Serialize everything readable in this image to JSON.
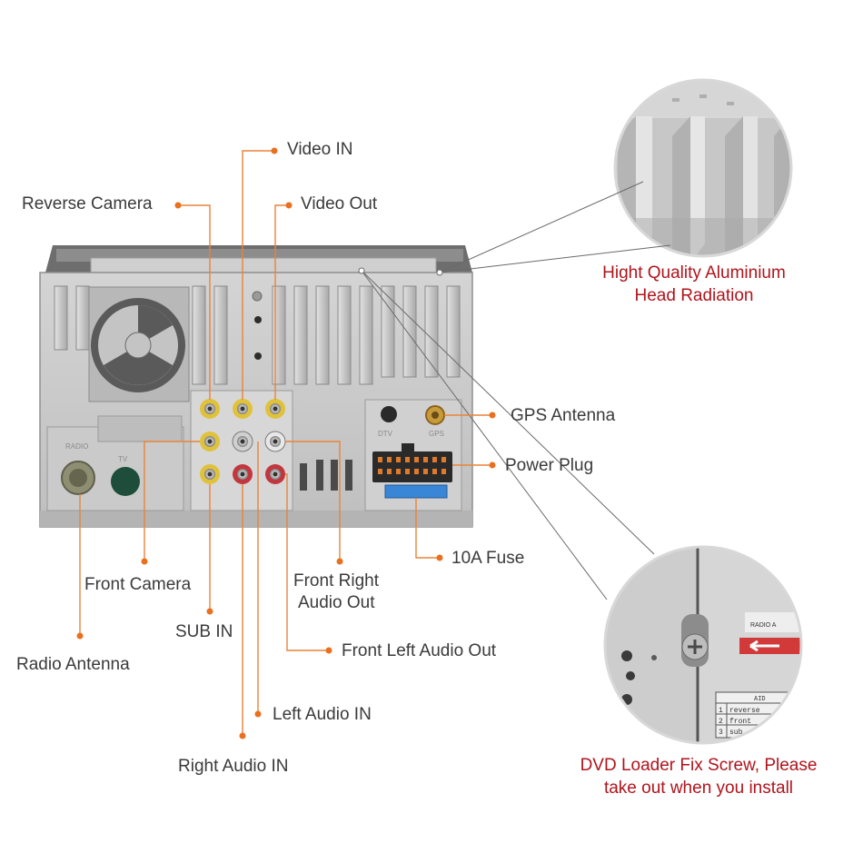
{
  "labels": {
    "video_in": "Video IN",
    "reverse_camera": "Reverse Camera",
    "video_out": "Video Out",
    "gps_antenna": "GPS Antenna",
    "power_plug": "Power Plug",
    "fuse": "10A Fuse",
    "front_right_audio_out": [
      "Front Right",
      "Audio Out"
    ],
    "front_camera": "Front Camera",
    "sub_in": "SUB IN",
    "front_left_audio_out": "Front Left Audio Out",
    "radio_antenna": "Radio Antenna",
    "left_audio_in": "Left Audio IN",
    "right_audio_in": "Right Audio IN"
  },
  "callouts": {
    "heatsink": [
      "Hight Quality Aluminium",
      "Head Radiation"
    ],
    "screw": [
      "DVD Loader Fix Screw, Please",
      "take out when you install"
    ]
  },
  "inset_text": {
    "radio_label": "RADIO A",
    "table_rows": [
      "reverse",
      "front",
      "sub"
    ],
    "table_numbers": [
      "1",
      "2",
      "3"
    ],
    "table_header": "AID"
  },
  "panel_text": {
    "radio_port": "RADIO",
    "tv_port": "TV",
    "dtv": "DTV",
    "gps": "GPS"
  },
  "colors": {
    "leader": "#e8843a",
    "dot": "#e8701e",
    "label_text": "#3a3a3a",
    "callout_text": "#b0141c",
    "chassis": "#c9c9c9"
  }
}
